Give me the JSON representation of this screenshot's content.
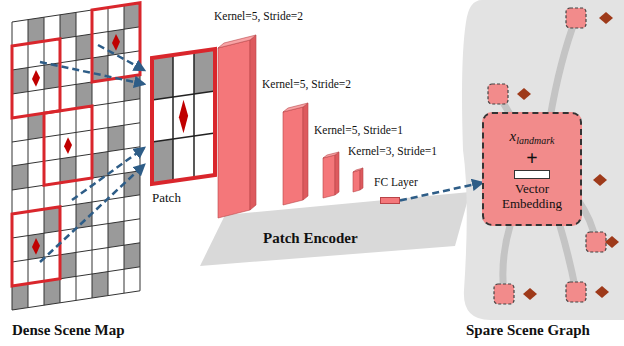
{
  "diagram": {
    "nodes": [
      {
        "text": [
          "Patch Encoder"
        ]
      },
      {
        "text": [
          "FC Layer"
        ],
        "in": 0
      },
      {
        "text": [
          "Spare Scene Graph"
        ]
      },
      {
        "text": [
          "x",
          "landmark",
          "+",
          "Vector Embedding"
        ],
        "in": 2
      }
    ],
    "edges": [
      {
        "from": 1,
        "to": 3,
        "arrow": "to"
      }
    ],
    "labels": [
      "Dense Scene Map",
      "Patch",
      "Kernel=5, Stride=2",
      "Kernel=5, Stride=2",
      "Kernel=5, Stride=1",
      "Kernel=3, Stride=1"
    ]
  }
}
